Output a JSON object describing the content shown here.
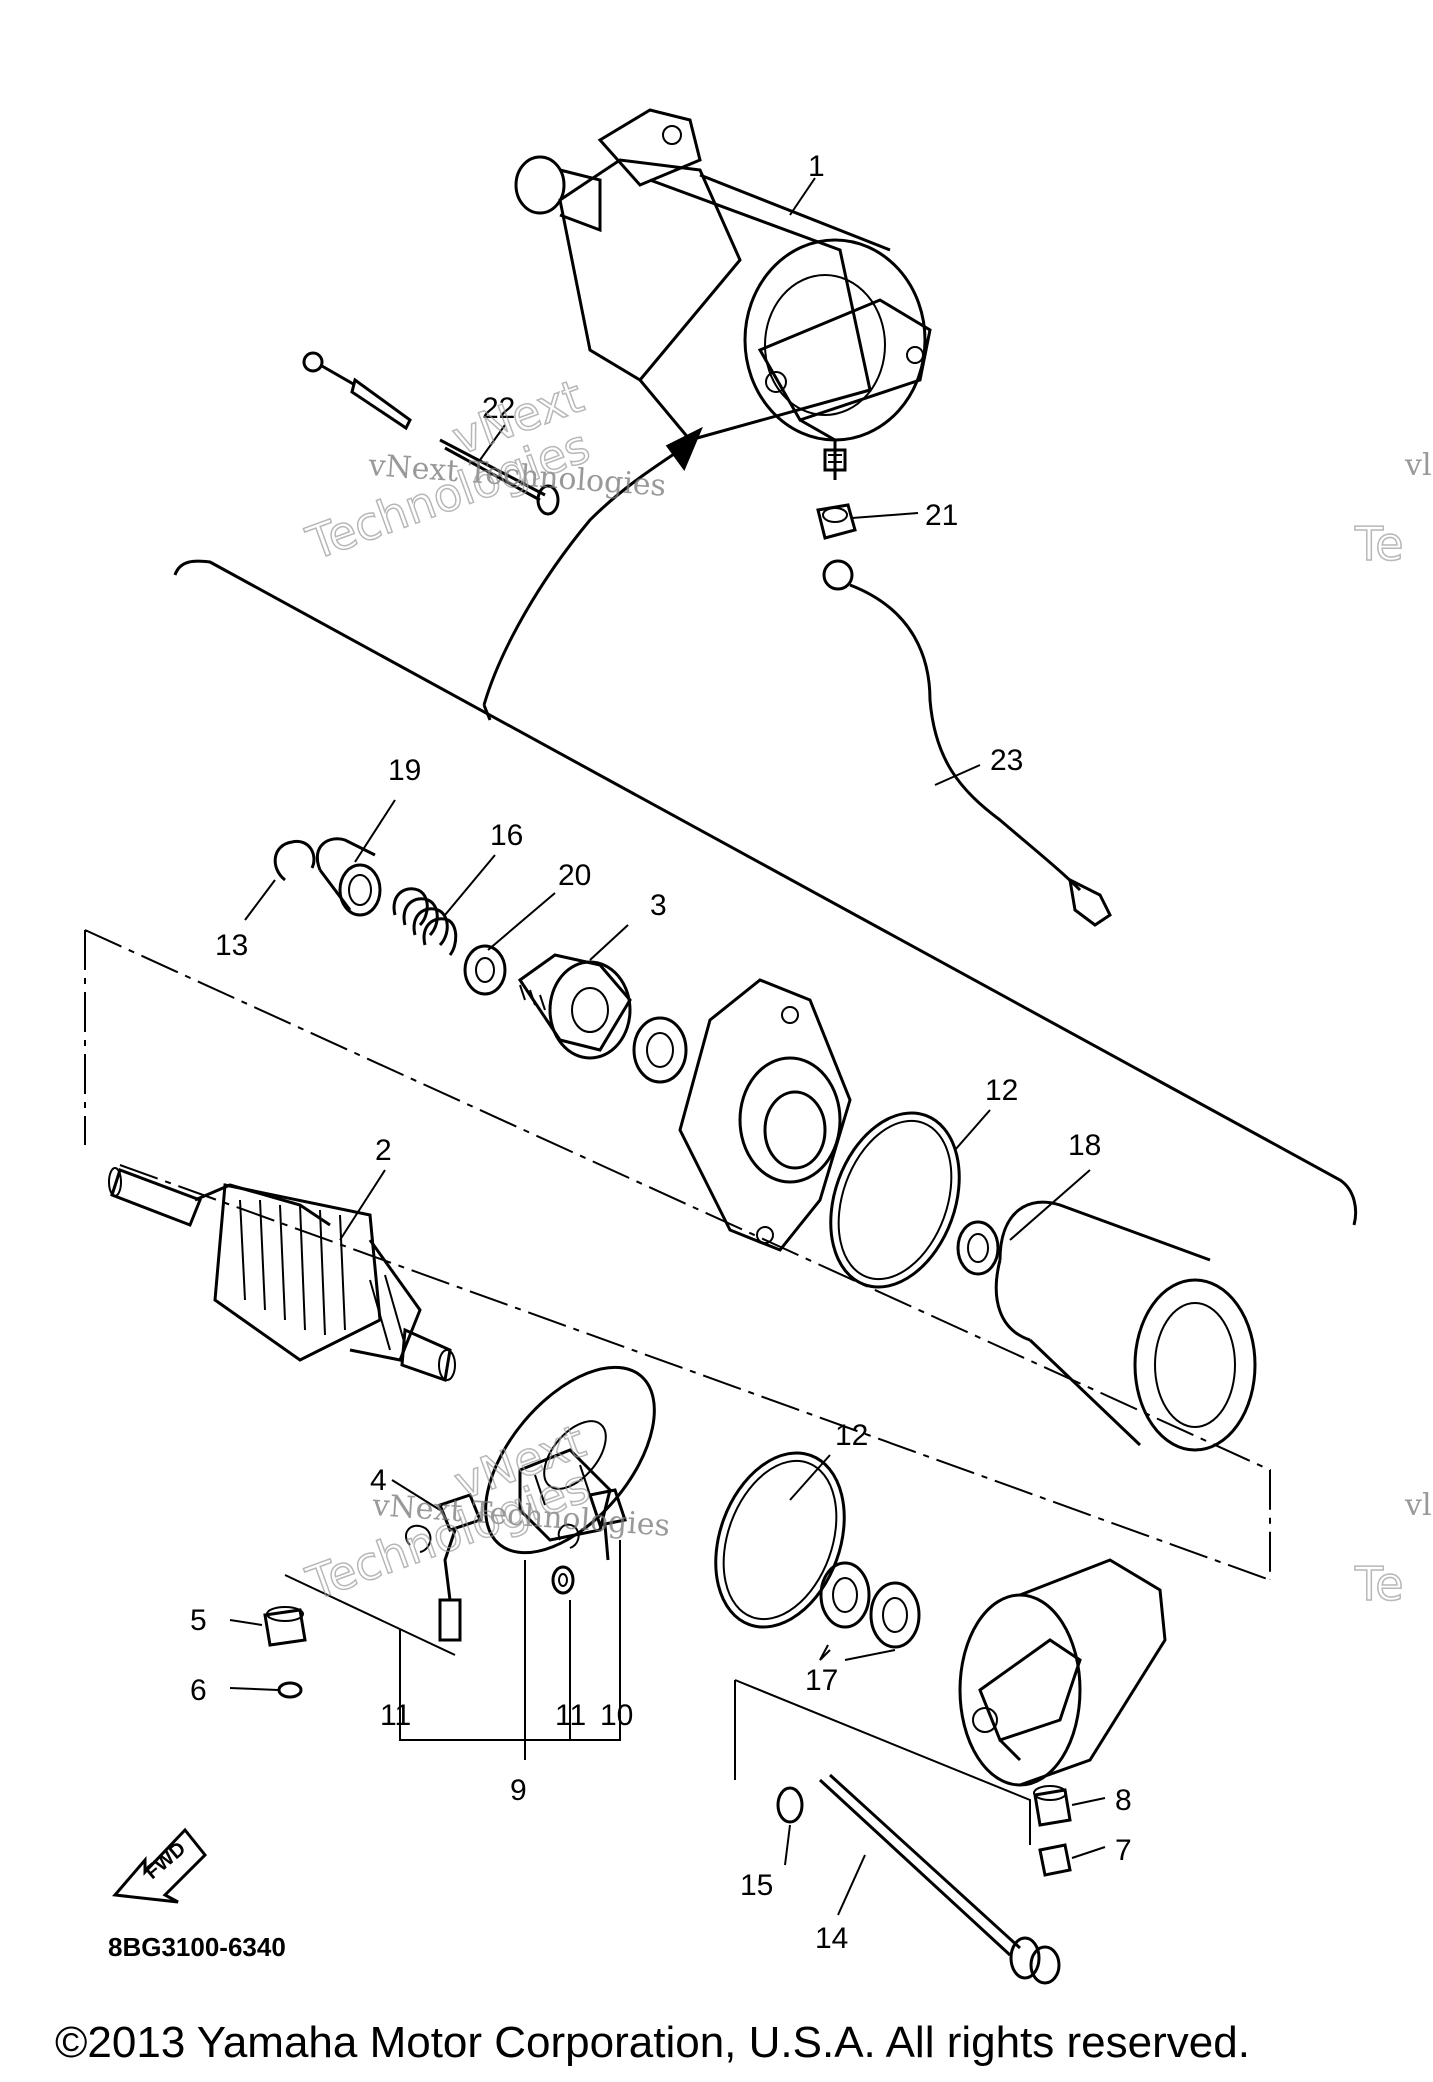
{
  "part_code": "8BG3100-6340",
  "copyright": "©2013 Yamaha Motor Corporation, U.S.A. All rights reserved.",
  "watermark": {
    "line1": "vNext Technologies",
    "line2": "Technologies",
    "line3": "vNext",
    "edge1": "vl",
    "edge2": "Te"
  },
  "fwd_label": "FWD",
  "callouts": {
    "c1": "1",
    "c2": "2",
    "c3": "3",
    "c4": "4",
    "c5": "5",
    "c6": "6",
    "c7": "7",
    "c8": "8",
    "c9": "9",
    "c10": "10",
    "c11a": "11",
    "c11b": "11",
    "c12a": "12",
    "c12b": "12",
    "c13": "13",
    "c14": "14",
    "c15": "15",
    "c16": "16",
    "c17": "17",
    "c18": "18",
    "c19": "19",
    "c20": "20",
    "c21": "21",
    "c22": "22",
    "c23": "23"
  }
}
